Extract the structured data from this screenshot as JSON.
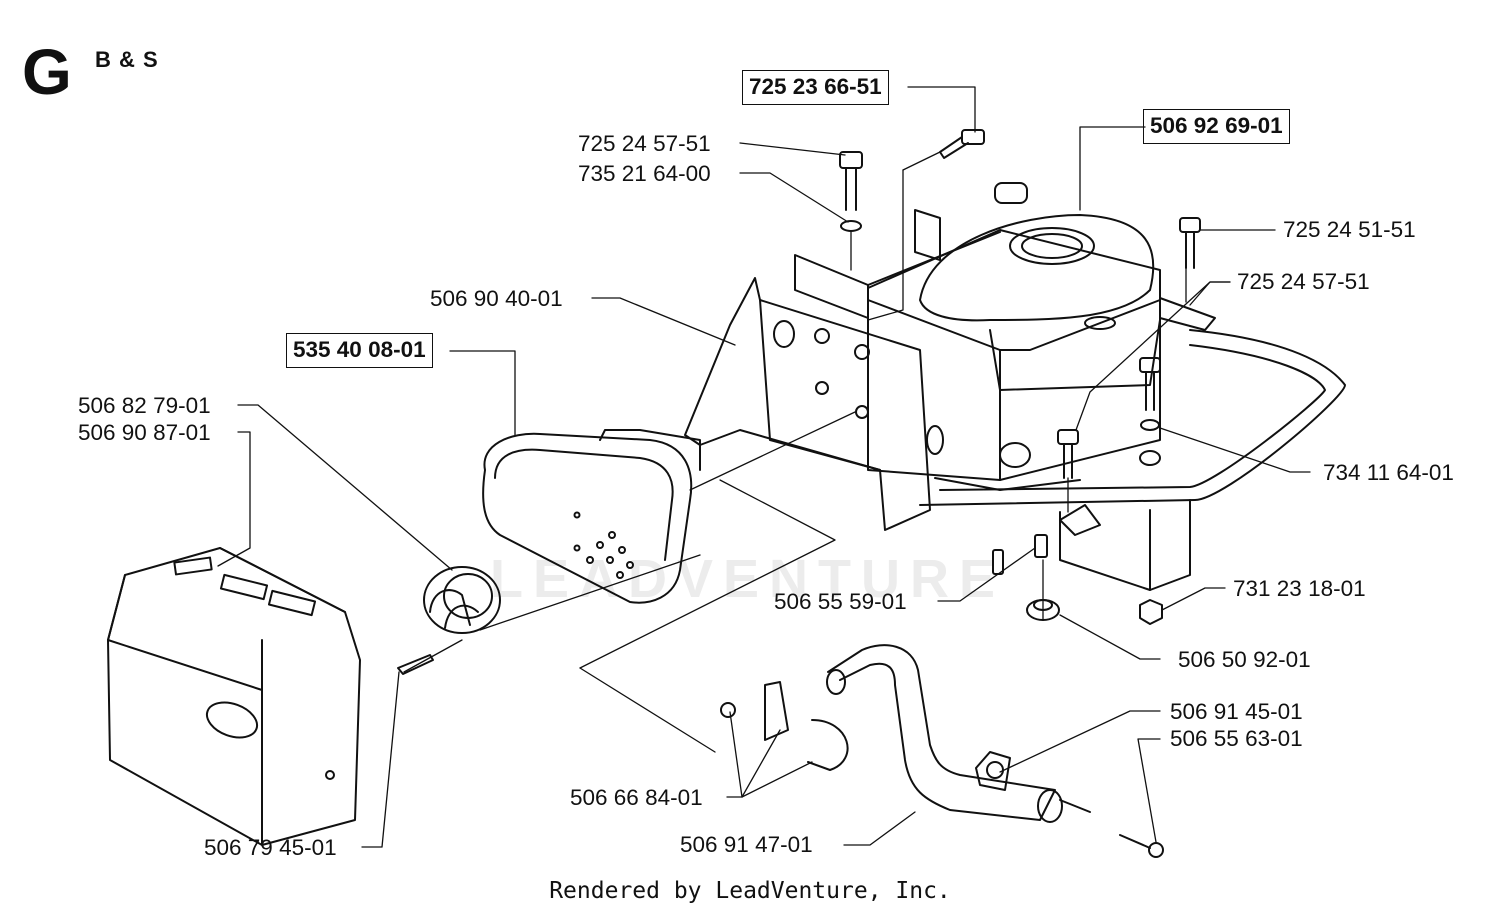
{
  "header": {
    "section_letter": "G",
    "subtitle": "B & S"
  },
  "watermark": "LEADVENTURE",
  "footer": "Rendered by LeadVenture, Inc.",
  "parts": {
    "p1": {
      "number": "725 23 66-51",
      "highlighted": true
    },
    "p2": {
      "number": "725 24 57-51",
      "highlighted": false
    },
    "p3": {
      "number": "735 21 64-00",
      "highlighted": false
    },
    "p4": {
      "number": "506 92 69-01",
      "highlighted": true
    },
    "p5": {
      "number": "725 24 51-51",
      "highlighted": false
    },
    "p6": {
      "number": "725 24 57-51",
      "highlighted": false
    },
    "p7": {
      "number": "506 90 40-01",
      "highlighted": false
    },
    "p8": {
      "number": "535 40 08-01",
      "highlighted": true
    },
    "p9": {
      "number": "506 82 79-01",
      "highlighted": false
    },
    "p10": {
      "number": "506 90 87-01",
      "highlighted": false
    },
    "p11": {
      "number": "734 11 64-01",
      "highlighted": false
    },
    "p12": {
      "number": "731 23 18-01",
      "highlighted": false
    },
    "p13": {
      "number": "506 55 59-01",
      "highlighted": false
    },
    "p14": {
      "number": "506 50 92-01",
      "highlighted": false
    },
    "p15": {
      "number": "506 91 45-01",
      "highlighted": false
    },
    "p16": {
      "number": "506 55 63-01",
      "highlighted": false
    },
    "p17": {
      "number": "506 66 84-01",
      "highlighted": false
    },
    "p18": {
      "number": "506 91 47-01",
      "highlighted": false
    },
    "p19": {
      "number": "506 79 45-01",
      "highlighted": false
    }
  }
}
